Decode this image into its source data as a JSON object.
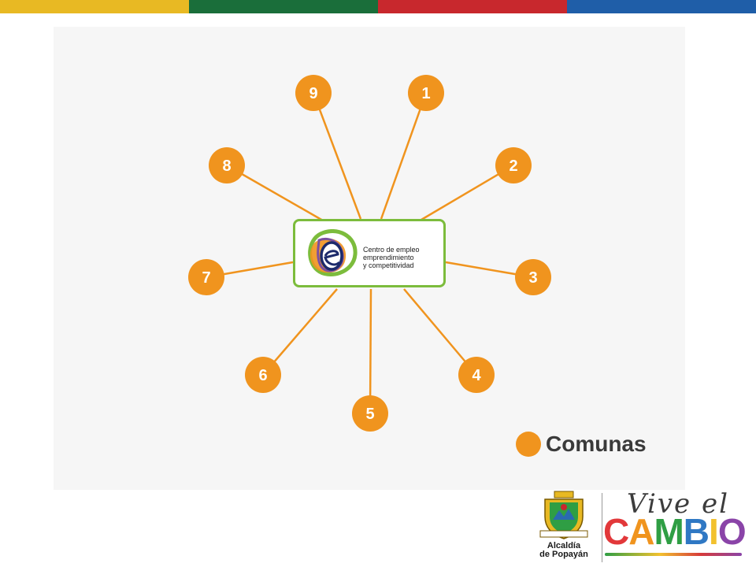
{
  "colors": {
    "node": "#f0941e",
    "connector": "#f0941e",
    "card_border": "#7cbc3c",
    "top_bar": [
      "#e8b923",
      "#1a6e3a",
      "#c8282d",
      "#1f5ea8"
    ]
  },
  "center": {
    "lines": [
      "Centro de empleo",
      "emprendimiento",
      "y competitividad"
    ]
  },
  "nodes": [
    {
      "label": "9"
    },
    {
      "label": "1"
    },
    {
      "label": "8"
    },
    {
      "label": "2"
    },
    {
      "label": "7"
    },
    {
      "label": "3"
    },
    {
      "label": "6"
    },
    {
      "label": "4"
    },
    {
      "label": "5"
    }
  ],
  "legend": {
    "label": "Comunas",
    "icon": "orange-circle-icon"
  },
  "footer": {
    "alcaldia_lines": [
      "Alcaldía",
      "de Popayán"
    ],
    "slogan_top": "Vive el",
    "slogan_letters": [
      "C",
      "A",
      "M",
      "B",
      "I",
      "O"
    ],
    "slogan_colors": [
      "#e2383a",
      "#f0941e",
      "#2f9e44",
      "#2f78c4",
      "#f2c12e",
      "#8a44a8"
    ]
  }
}
